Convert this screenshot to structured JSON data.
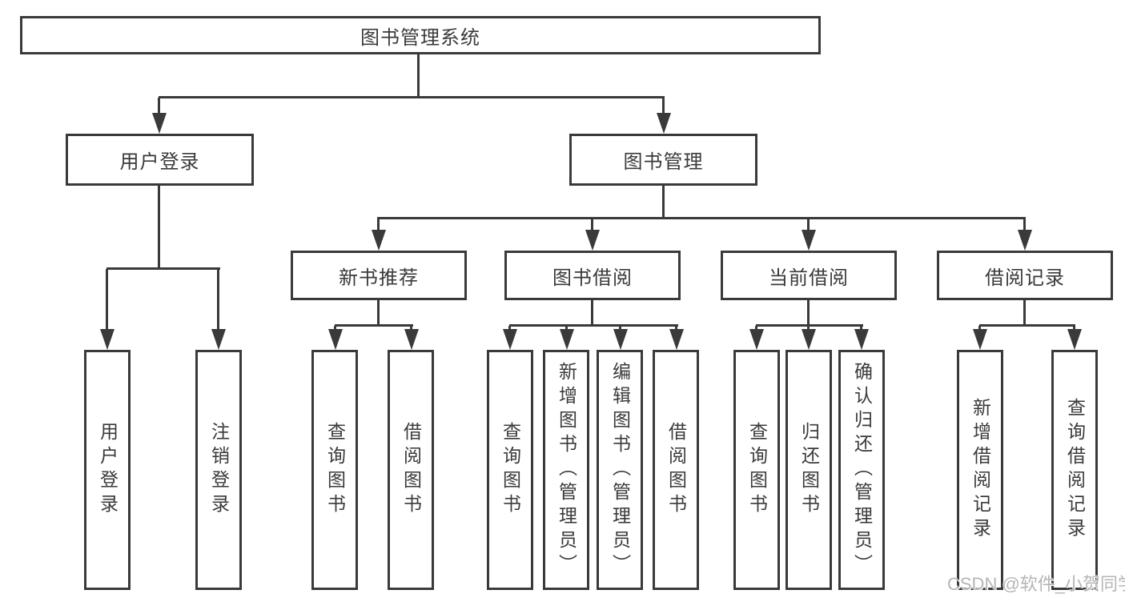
{
  "diagram": {
    "type": "hierarchy-tree",
    "title": "图书管理系统",
    "watermark": "CSDN @软件_小贺同学",
    "colors": {
      "line": "#3a3a3a",
      "text": "#3a3a3a",
      "box_background": "#ffffff",
      "page_background": "#ffffff",
      "watermark": "#b5b5b5"
    },
    "nodes": {
      "root": "图书管理系统",
      "user_login": "用户登录",
      "book_mgmt": "图书管理",
      "new_book_rec": "新书推荐",
      "book_borrow": "图书借阅",
      "current_borrow": "当前借阅",
      "borrow_records": "借阅记录",
      "login": "用户登录",
      "logout": "注销登录",
      "rec_query": "查询图书",
      "rec_borrow": "借阅图书",
      "bb_query": "查询图书",
      "bb_add": "新增图书（管理员）",
      "bb_edit": "编辑图书（管理员）",
      "bb_borrow": "借阅图书",
      "cb_query": "查询图书",
      "cb_return": "归还图书",
      "cb_confirm": "确认归还（管理员）",
      "br_add": "新增借阅记录",
      "br_query": "查询借阅记录"
    },
    "edges": [
      [
        "root",
        "user_login"
      ],
      [
        "root",
        "book_mgmt"
      ],
      [
        "user_login",
        "login"
      ],
      [
        "user_login",
        "logout"
      ],
      [
        "book_mgmt",
        "new_book_rec"
      ],
      [
        "book_mgmt",
        "book_borrow"
      ],
      [
        "book_mgmt",
        "current_borrow"
      ],
      [
        "book_mgmt",
        "borrow_records"
      ],
      [
        "new_book_rec",
        "rec_query"
      ],
      [
        "new_book_rec",
        "rec_borrow"
      ],
      [
        "book_borrow",
        "bb_query"
      ],
      [
        "book_borrow",
        "bb_add"
      ],
      [
        "book_borrow",
        "bb_edit"
      ],
      [
        "book_borrow",
        "bb_borrow"
      ],
      [
        "current_borrow",
        "cb_query"
      ],
      [
        "current_borrow",
        "cb_return"
      ],
      [
        "current_borrow",
        "cb_confirm"
      ],
      [
        "borrow_records",
        "br_add"
      ],
      [
        "borrow_records",
        "br_query"
      ]
    ]
  }
}
